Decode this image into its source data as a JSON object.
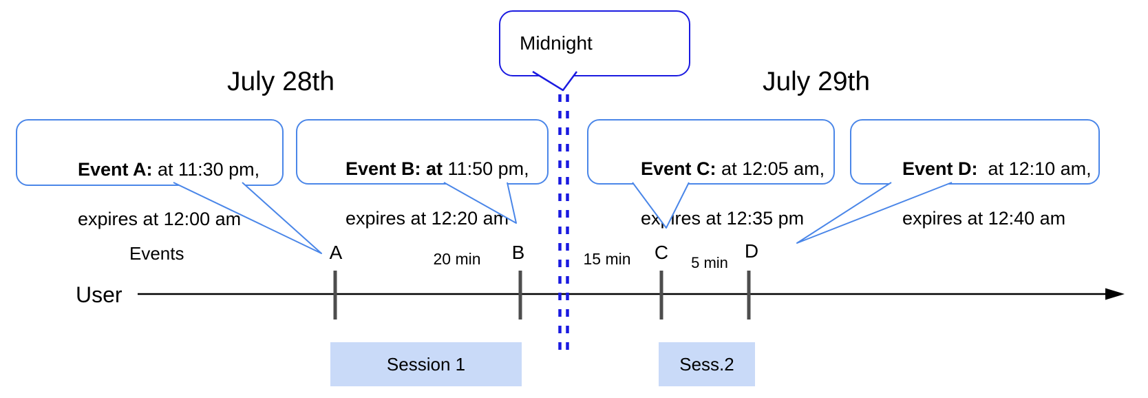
{
  "dates": {
    "left": "July 28th",
    "right": "July 29th"
  },
  "midnight": {
    "label": "Midnight"
  },
  "axis": {
    "events_label": "Events",
    "user_label": "User"
  },
  "events": [
    {
      "tick": "A",
      "callout_bold": "Event A:",
      "callout_rest": " at 11:30 pm,",
      "callout_line2": "expires at 12:00 am"
    },
    {
      "tick": "B",
      "callout_bold": "Event B: at",
      "callout_rest": " 11:50 pm,",
      "callout_line2": "expires at 12:20 am"
    },
    {
      "tick": "C",
      "callout_bold": "Event C:",
      "callout_rest": " at 12:05 am,",
      "callout_line2": "expires at 12:35 pm"
    },
    {
      "tick": "D",
      "callout_bold": "Event D:",
      "callout_rest": "  at 12:10 am,",
      "callout_line2": "expires at 12:40 am"
    }
  ],
  "intervals": [
    {
      "label": "20 min"
    },
    {
      "label": "15 min"
    },
    {
      "label": "5 min"
    }
  ],
  "sessions": [
    {
      "label": "Session 1"
    },
    {
      "label": "Sess.2"
    }
  ],
  "colors": {
    "callout_border": "#4a86e8",
    "midnight_blue": "#1a1ae0",
    "session_fill": "#c9daf8",
    "tick_gray": "#4d4d4d",
    "timeline_black": "#000000"
  }
}
